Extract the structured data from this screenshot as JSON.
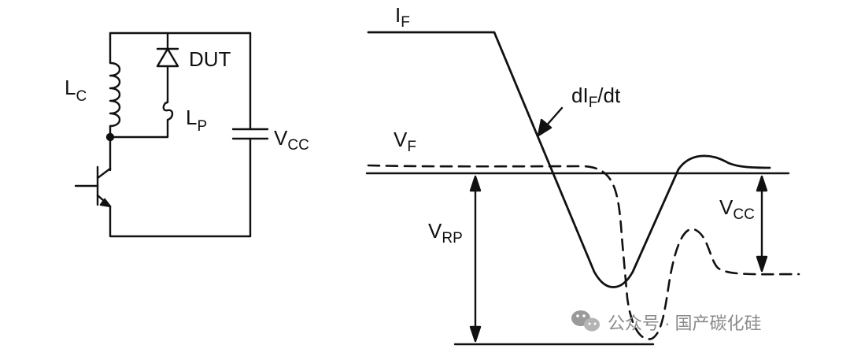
{
  "circuit": {
    "inductor_main": {
      "base": "L",
      "subscript": "C"
    },
    "device": "DUT",
    "inductor_parasitic": {
      "base": "L",
      "subscript": "P"
    },
    "supply": {
      "base": "V",
      "subscript": "CC"
    }
  },
  "waveform": {
    "current": {
      "base": "I",
      "subscript": "F"
    },
    "slope": {
      "prefix": "dI",
      "subscript": "F",
      "suffix": "/dt"
    },
    "voltage": {
      "base": "V",
      "subscript": "F"
    },
    "reverse_peak": {
      "base": "V",
      "subscript": "RP"
    },
    "supply": {
      "base": "V",
      "subscript": "CC"
    }
  },
  "watermark": {
    "icon": "wechat-icon",
    "text": "公众号 · 国产碳化硅"
  },
  "colors": {
    "ink": "#111111",
    "watermark": "#8a8a8a"
  }
}
